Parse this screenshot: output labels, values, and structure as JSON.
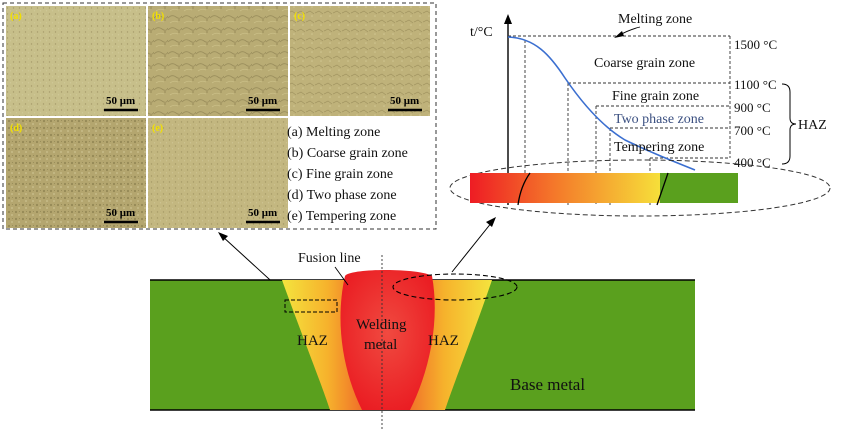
{
  "micrographs": [
    {
      "label": "(a)",
      "scale": "50 μm",
      "tone": "#c7bf8a",
      "grain": "fine"
    },
    {
      "label": "(b)",
      "scale": "50 μm",
      "tone": "#b9ac74",
      "grain": "coarse"
    },
    {
      "label": "(c)",
      "scale": "50 μm",
      "tone": "#bfb27a",
      "grain": "medium"
    },
    {
      "label": "(d)",
      "scale": "50 μm",
      "tone": "#b4a66f",
      "grain": "speckle"
    },
    {
      "label": "(e)",
      "scale": "50 μm",
      "tone": "#c3b780",
      "grain": "fine"
    }
  ],
  "legend": [
    "(a)   Melting zone",
    "(b)   Coarse grain zone",
    "(c)   Fine grain zone",
    "(d)   Two phase zone",
    "(e)   Tempering zone"
  ],
  "thermal": {
    "axis_label": "t/°C",
    "zones": [
      "Melting zone",
      "Coarse grain zone",
      "Fine grain zone",
      "Two phase zone",
      "Tempering zone"
    ],
    "temperatures": [
      "1500 °C",
      "1100 °C",
      "900 °C",
      "700 °C",
      "400 °C"
    ],
    "haz_label": "HAZ"
  },
  "weld": {
    "fusion_line": "Fusion line",
    "welding_metal_line1": "Welding",
    "welding_metal_line2": "metal",
    "haz_left": "HAZ",
    "haz_right": "HAZ",
    "base_metal": "Base metal"
  },
  "colors": {
    "base_metal": "#5aa01e",
    "weld_red": "#ef2b2b",
    "haz_orange": "#f6a12a",
    "haz_yellow": "#f3e13f",
    "curve_blue": "#3b6fd0"
  }
}
